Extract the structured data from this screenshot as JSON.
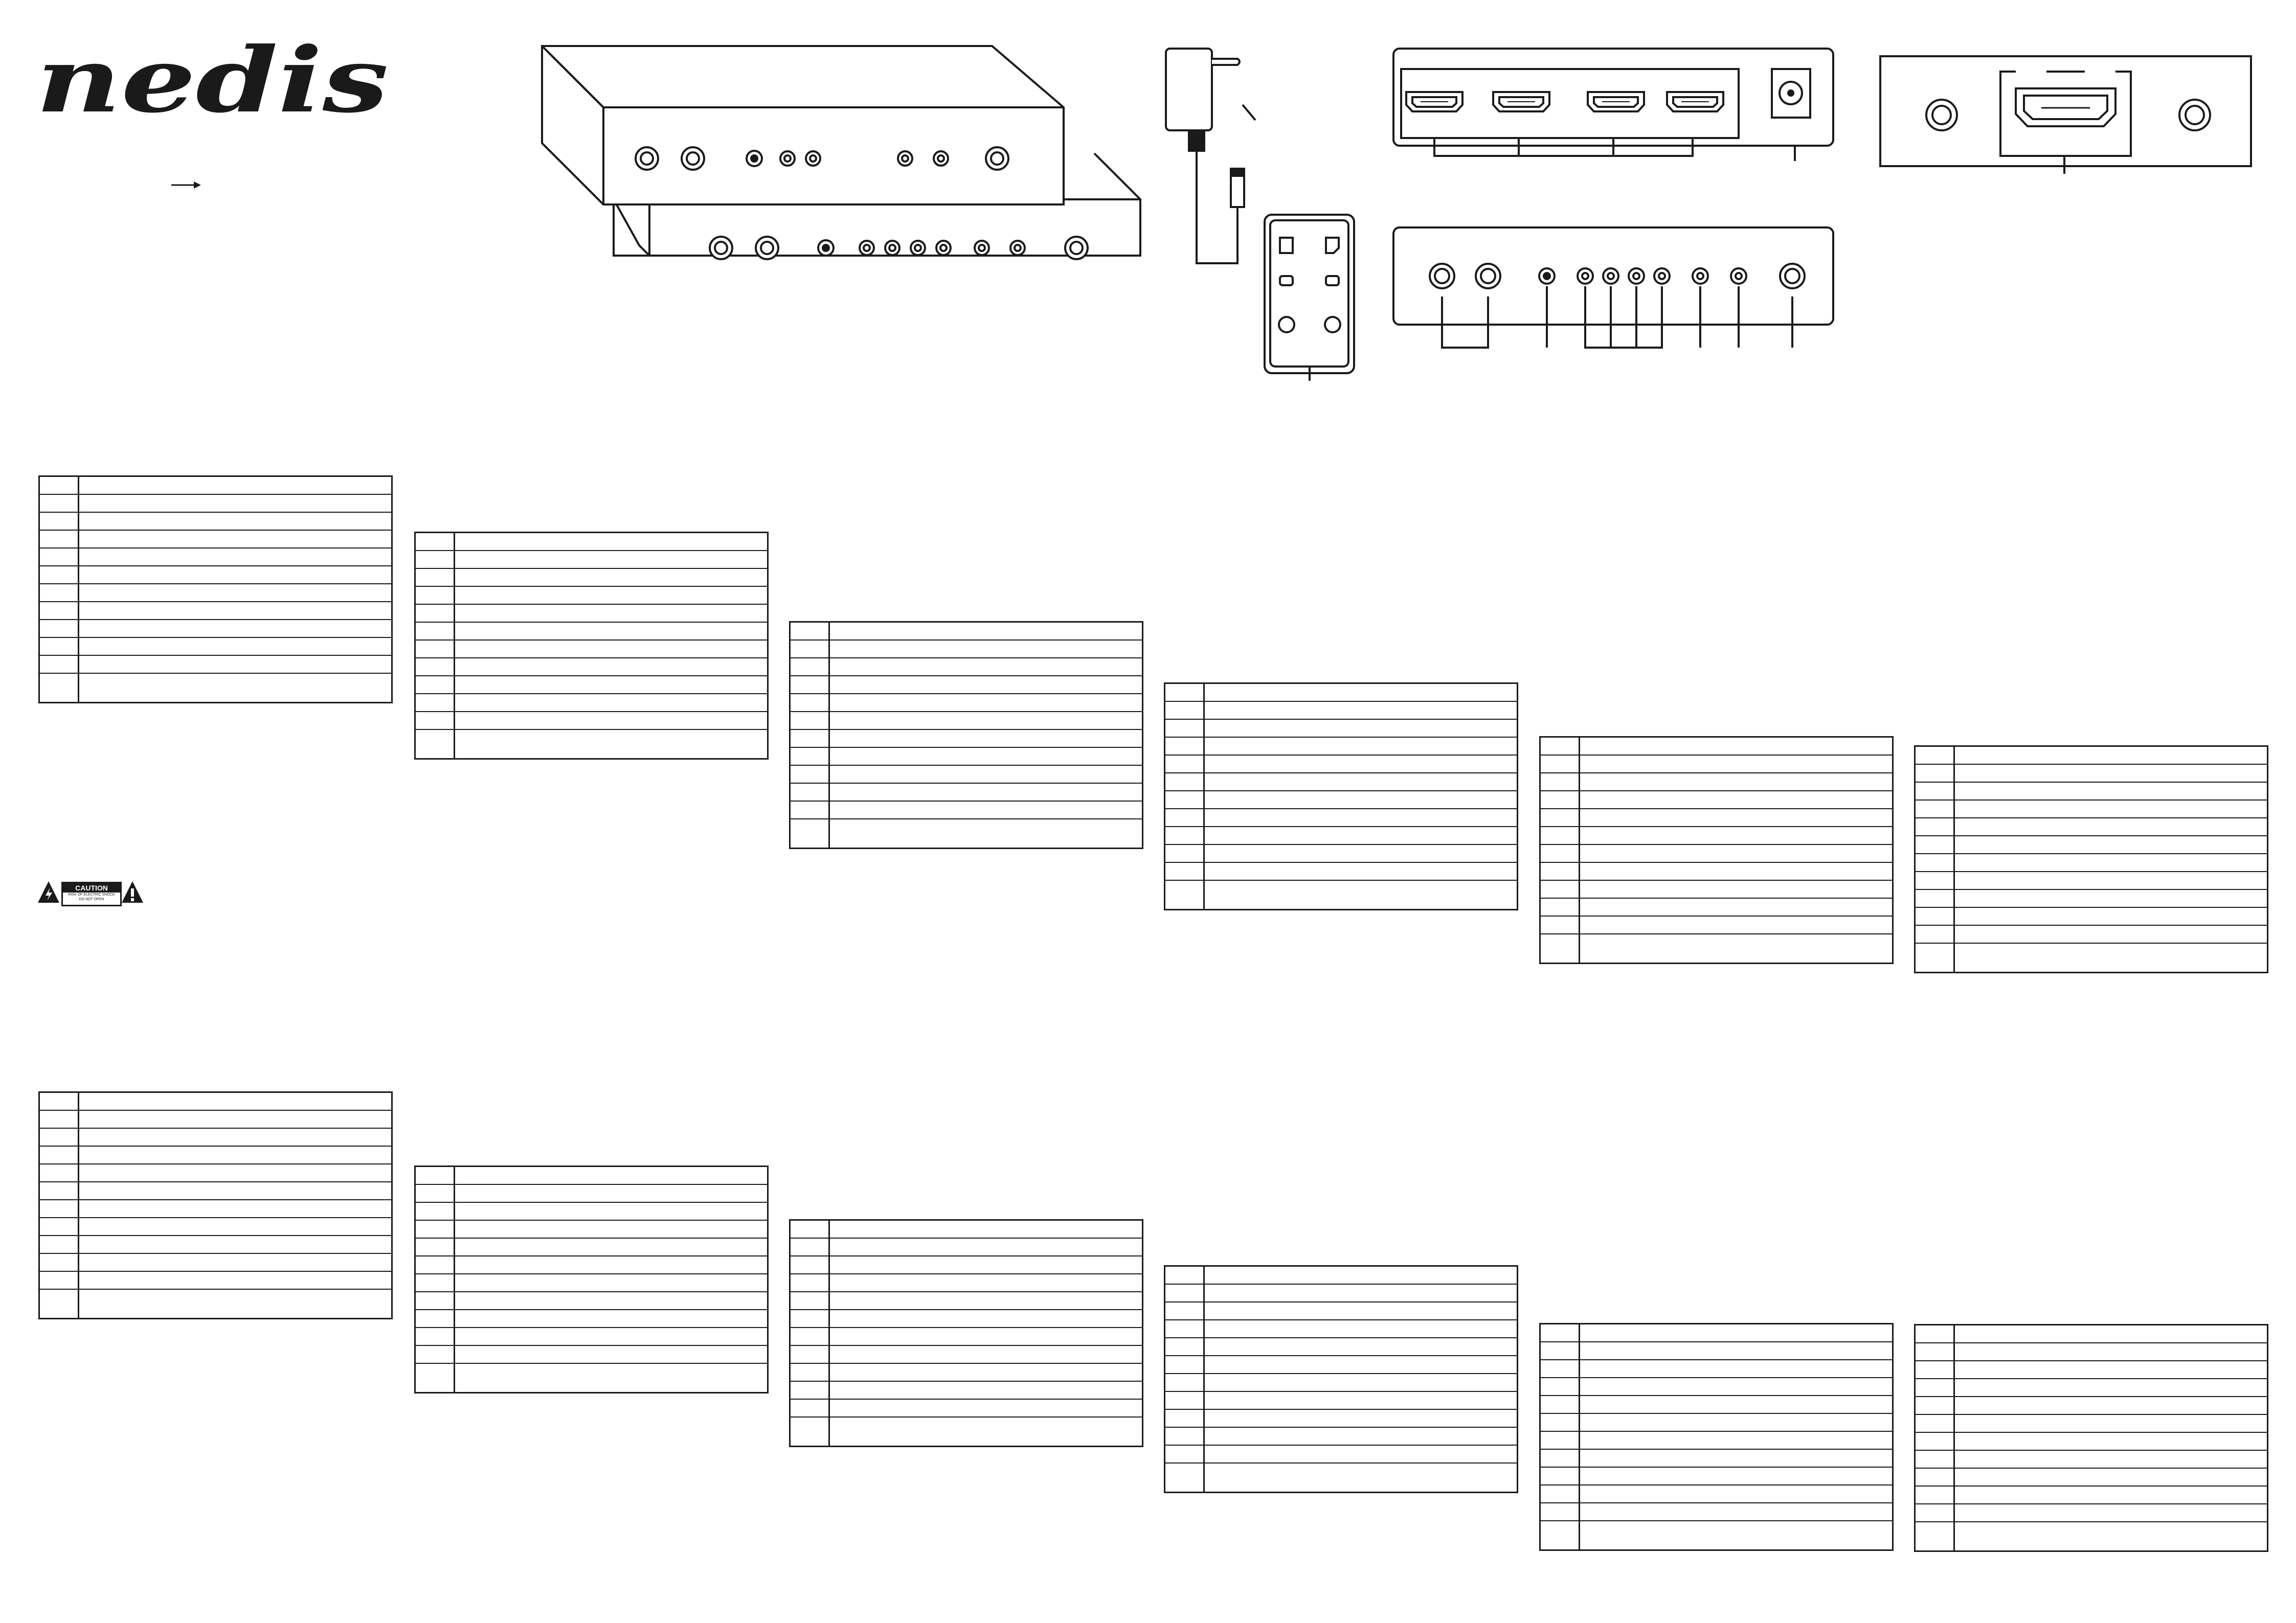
{
  "brand": {
    "logo_text": "nedis"
  },
  "caution_label": {
    "title": "CAUTION",
    "line1": "RISK OF ELECTRIC SHOCK",
    "line2": "DO NOT OPEN"
  },
  "tables": [
    {
      "id": "t1",
      "rows": 12
    },
    {
      "id": "t2",
      "rows": 12
    },
    {
      "id": "t3",
      "rows": 12
    },
    {
      "id": "t4",
      "rows": 12
    },
    {
      "id": "t5",
      "rows": 12
    },
    {
      "id": "t6",
      "rows": 12
    },
    {
      "id": "t7",
      "rows": 12
    },
    {
      "id": "t8",
      "rows": 12
    },
    {
      "id": "t9",
      "rows": 12
    },
    {
      "id": "t10",
      "rows": 12
    },
    {
      "id": "t11",
      "rows": 12
    },
    {
      "id": "t12",
      "rows": 12
    }
  ],
  "icons": {
    "arrow": "right-arrow-icon",
    "warning": "warning-triangle-icon",
    "hdmi": "hdmi-port-icon"
  }
}
